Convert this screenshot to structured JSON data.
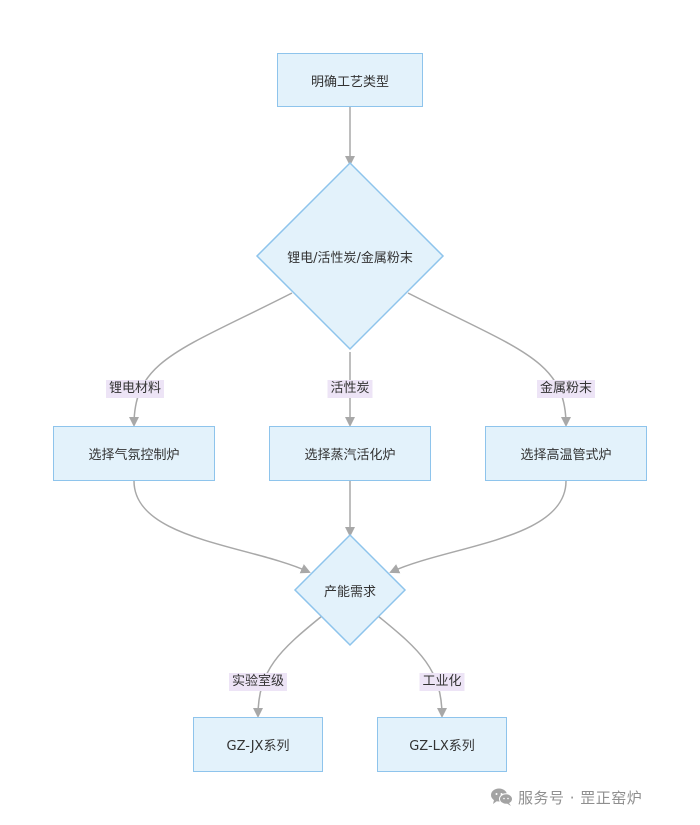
{
  "nodes": {
    "start": "明确工艺类型",
    "decision_material": "锂电/活性炭/金属粉末",
    "furnace_atmosphere": "选择气氛控制炉",
    "furnace_steam": "选择蒸汽活化炉",
    "furnace_tube": "选择高温管式炉",
    "decision_capacity": "产能需求",
    "series_jx": "GZ-JX系列",
    "series_lx": "GZ-LX系列"
  },
  "edge_labels": {
    "lithium": "锂电材料",
    "carbon": "活性炭",
    "metal": "金属粉末",
    "lab": "实验室级",
    "industrial": "工业化"
  },
  "watermark": {
    "icon": "wechat-icon",
    "text": "服务号 · 罡正窑炉"
  },
  "colors": {
    "node_fill": "#e3f2fb",
    "node_border": "#8ec4ec",
    "edge_label_bg": "#ede4f6",
    "connector": "#a8a8a8"
  }
}
